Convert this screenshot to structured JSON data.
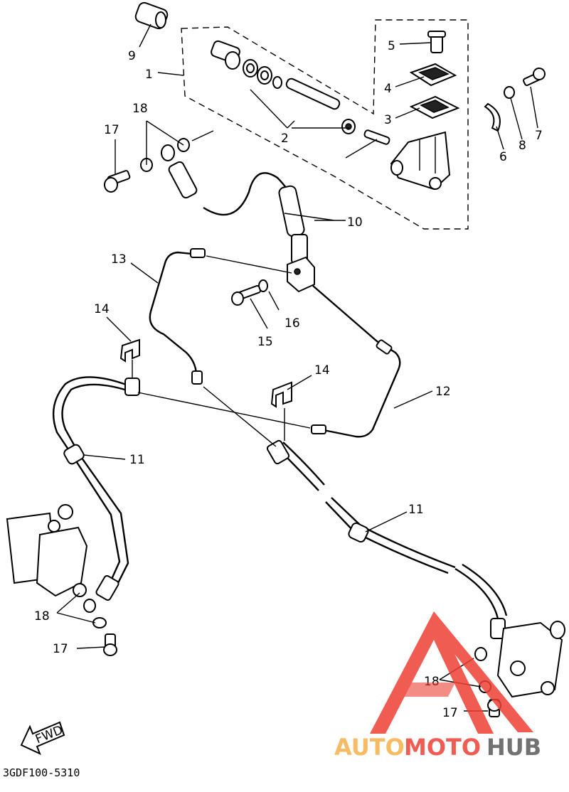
{
  "diagram": {
    "code": "3GDF100-5310",
    "fwd_label": "FWD",
    "callouts": {
      "c1": "1",
      "c2": "2",
      "c3": "3",
      "c4": "4",
      "c5": "5",
      "c6": "6",
      "c7": "7",
      "c8": "8",
      "c9": "9",
      "c10": "10",
      "c11a": "11",
      "c11b": "11",
      "c12": "12",
      "c13": "13",
      "c14a": "14",
      "c14b": "14",
      "c15": "15",
      "c16": "16",
      "c17a": "17",
      "c17b": "17",
      "c17c": "17",
      "c18a": "18",
      "c18b": "18",
      "c18c": "18"
    }
  },
  "watermark": {
    "auto": "AUTO",
    "moto": "MOTO",
    "hub": "HUB",
    "colors": {
      "red": "#ee4035",
      "orange": "#f6b04a",
      "gray": "#5a5a5a"
    }
  }
}
